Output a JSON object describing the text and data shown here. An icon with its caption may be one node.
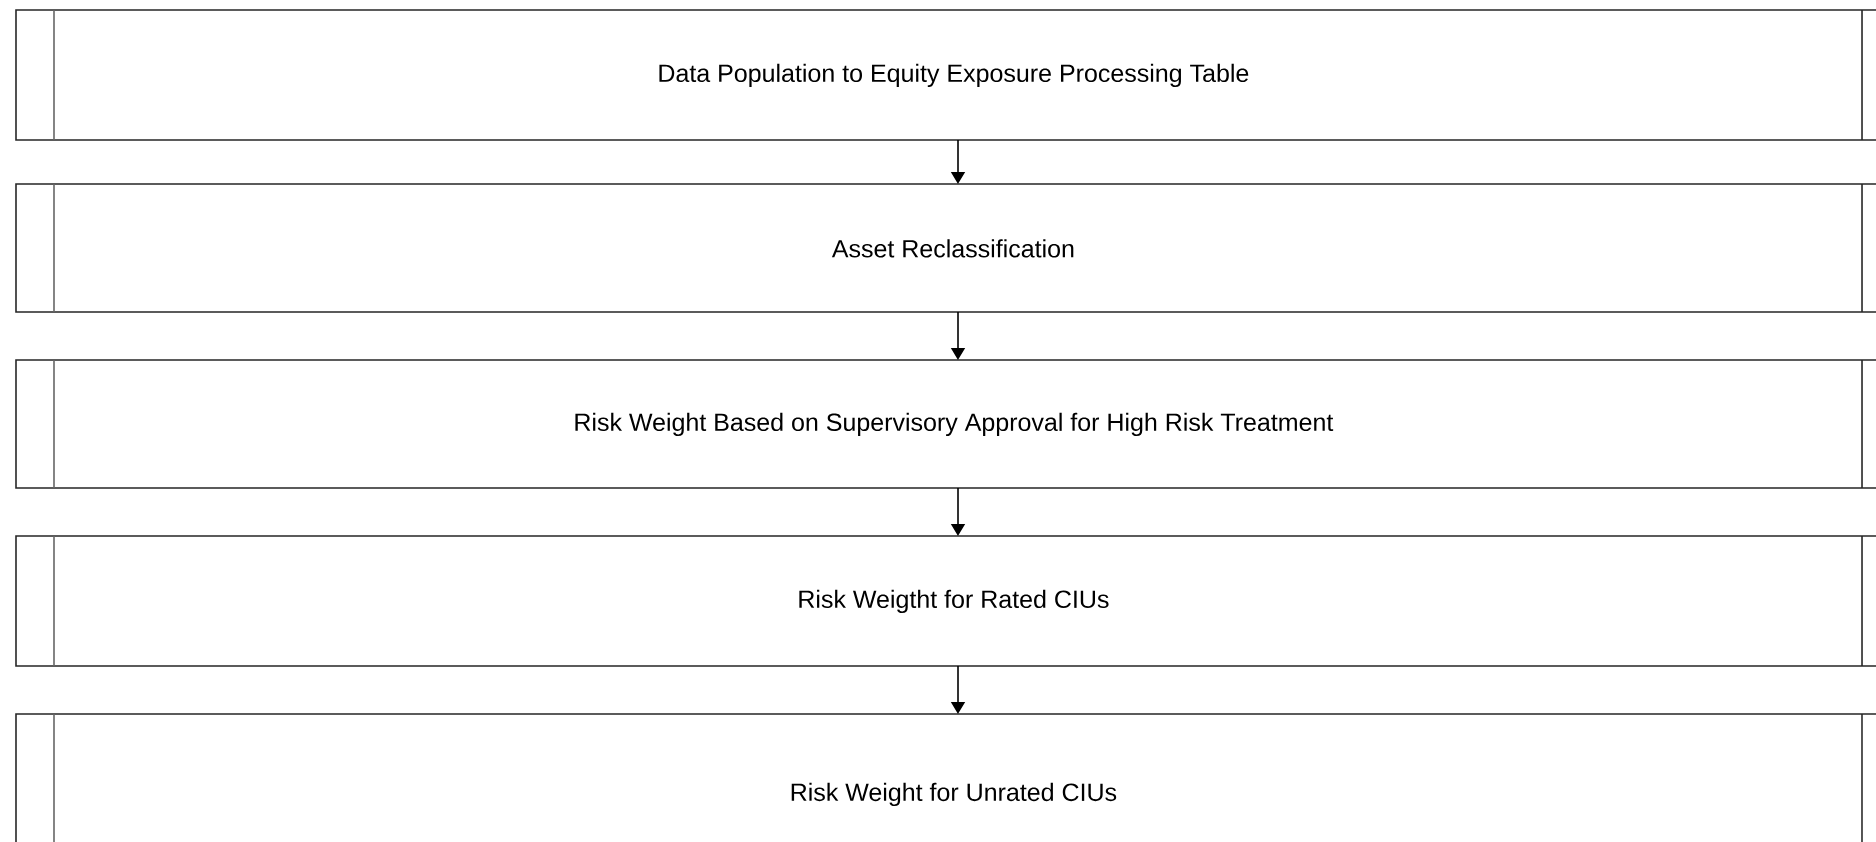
{
  "diagram": {
    "nodes": [
      {
        "text": [
          "Data Population to Equity Exposure Processing Table"
        ]
      },
      {
        "text": [
          "Asset Reclassification"
        ]
      },
      {
        "text": [
          "Risk Weight Based on Supervisory Approval for High Risk Treatment"
        ]
      },
      {
        "text": [
          "Risk Weigtht for Rated CIUs"
        ]
      },
      {
        "text": [
          "Risk Weight for Unrated CIUs"
        ]
      }
    ],
    "edges": [
      {
        "from": 0,
        "to": 1,
        "arrow": "to"
      },
      {
        "from": 1,
        "to": 2,
        "arrow": "to"
      },
      {
        "from": 2,
        "to": 3,
        "arrow": "to"
      },
      {
        "from": 3,
        "to": 4,
        "arrow": "to"
      }
    ]
  }
}
